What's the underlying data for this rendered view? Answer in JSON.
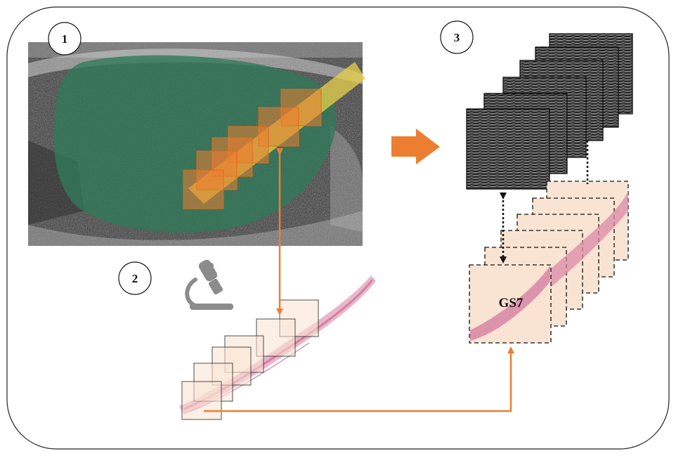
{
  "steps": [
    {
      "number": "1"
    },
    {
      "number": "2"
    },
    {
      "number": "3"
    }
  ],
  "histology": {
    "grade_label": "GS7"
  },
  "icons": {
    "microscope": "microscope-icon",
    "next_step": "right-arrow-icon"
  },
  "colors": {
    "frame": "#222222",
    "accent_orange": "#ed7d31",
    "needle_yellow": "#e8d24a",
    "prostate_green": "#2f7a58",
    "patch_fill": "#f9e3d2",
    "tissue_pink": "#d98aa7",
    "microscope_gray": "#8c8c8c"
  }
}
